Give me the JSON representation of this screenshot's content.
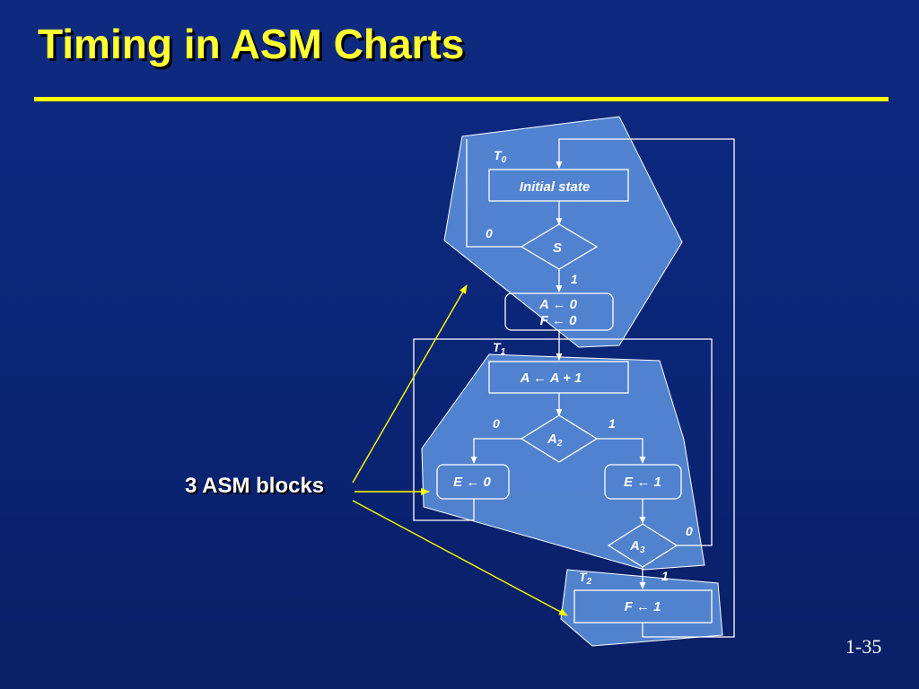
{
  "slide": {
    "title": "Timing in ASM Charts",
    "blocks_label": "3 ASM blocks",
    "slide_number": "1-35"
  },
  "colors": {
    "background": "#0b2677",
    "title": "#ffff33",
    "rule": "#ffff00",
    "block_fill": "#5b8fdc",
    "line": "#ffffff",
    "arrow": "#ffff00"
  },
  "diagram": {
    "state_labels": {
      "t0": {
        "main": "T",
        "sub": "0"
      },
      "t1": {
        "main": "T",
        "sub": "1"
      },
      "t2": {
        "main": "T",
        "sub": "2"
      }
    },
    "boxes": {
      "initial": "Initial state",
      "a_clear": "A ←  0",
      "f_clear": "F ←  0",
      "a_inc": "A ←  A + 1",
      "e_clear": "E ←  0",
      "e_set": "E ←  1",
      "f_set": "F ←  1"
    },
    "decisions": {
      "s": {
        "main": "S"
      },
      "a2": {
        "main": "A",
        "sub": "2"
      },
      "a3": {
        "main": "A",
        "sub": "3"
      }
    },
    "branch_labels": {
      "s_zero": "0",
      "s_one": "1",
      "a2_zero": "0",
      "a2_one": "1",
      "a3_zero": "0",
      "a3_one": "1"
    }
  }
}
